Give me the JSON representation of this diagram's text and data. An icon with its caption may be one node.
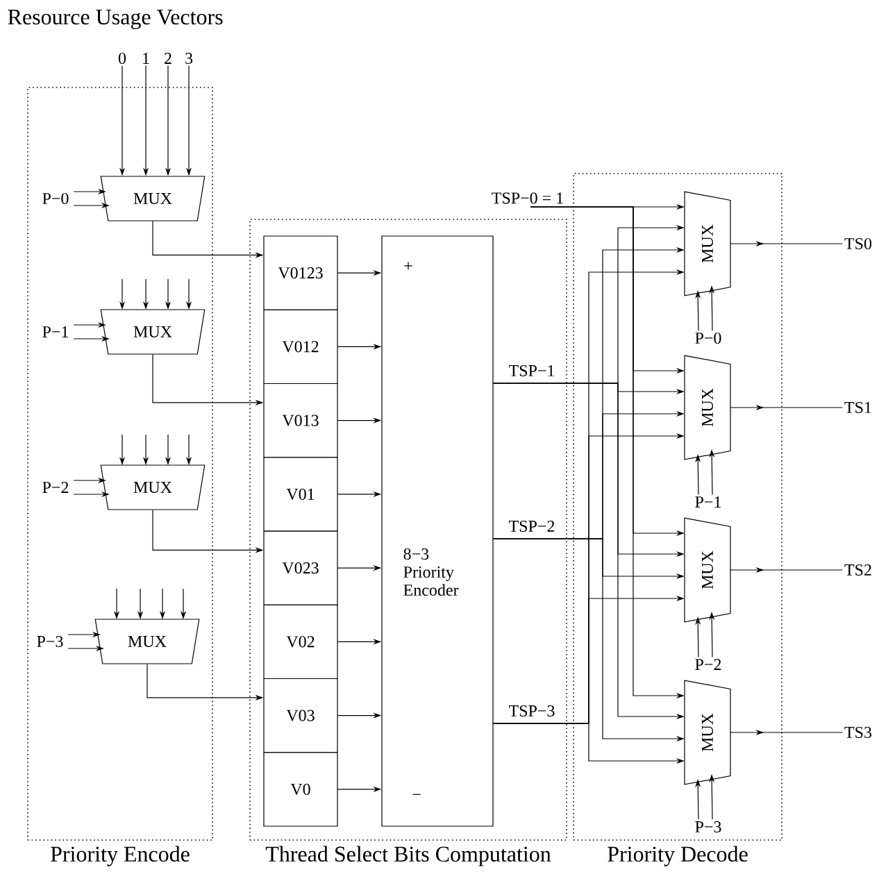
{
  "diagram": {
    "title": "Resource Usage Vectors",
    "nodes": [
      {
        "text": [
          "Priority Encode"
        ]
      },
      {
        "text": [
          "Thread Select Bits Computation"
        ]
      },
      {
        "text": [
          "Priority Decode"
        ]
      },
      {
        "text": [
          "0"
        ]
      },
      {
        "text": [
          "1"
        ]
      },
      {
        "text": [
          "2"
        ]
      },
      {
        "text": [
          "3"
        ]
      },
      {
        "text": [
          "P−0"
        ],
        "in": 0
      },
      {
        "text": [
          "P−1"
        ],
        "in": 0
      },
      {
        "text": [
          "P−2"
        ],
        "in": 0
      },
      {
        "text": [
          "P−3"
        ],
        "in": 0
      },
      {
        "text": [
          "MUX"
        ],
        "in": 0
      },
      {
        "text": [
          "MUX"
        ],
        "in": 0
      },
      {
        "text": [
          "MUX"
        ],
        "in": 0
      },
      {
        "text": [
          "MUX"
        ],
        "in": 0
      },
      {
        "text": [
          "V0123"
        ],
        "in": 1
      },
      {
        "text": [
          "V012"
        ],
        "in": 1
      },
      {
        "text": [
          "V013"
        ],
        "in": 1
      },
      {
        "text": [
          "V01"
        ],
        "in": 1
      },
      {
        "text": [
          "V023"
        ],
        "in": 1
      },
      {
        "text": [
          "V02"
        ],
        "in": 1
      },
      {
        "text": [
          "V03"
        ],
        "in": 1
      },
      {
        "text": [
          "V0"
        ],
        "in": 1
      },
      {
        "text": [
          "+",
          "8−3 Priority Encoder",
          "−"
        ],
        "in": 1
      },
      {
        "text": [
          "TSP−0 = 1"
        ]
      },
      {
        "text": [
          "MUX"
        ],
        "in": 2
      },
      {
        "text": [
          "MUX"
        ],
        "in": 2
      },
      {
        "text": [
          "MUX"
        ],
        "in": 2
      },
      {
        "text": [
          "MUX"
        ],
        "in": 2
      },
      {
        "text": [
          "P−0"
        ],
        "in": 2
      },
      {
        "text": [
          "P−1"
        ],
        "in": 2
      },
      {
        "text": [
          "P−2"
        ],
        "in": 2
      },
      {
        "text": [
          "P−3"
        ],
        "in": 2
      },
      {
        "text": [
          "TS0"
        ]
      },
      {
        "text": [
          "TS1"
        ]
      },
      {
        "text": [
          "TS2"
        ]
      },
      {
        "text": [
          "TS3"
        ]
      }
    ],
    "edges": [
      {
        "from": 3,
        "to": 11,
        "arrow": "to"
      },
      {
        "from": 4,
        "to": 11,
        "arrow": "to"
      },
      {
        "from": 5,
        "to": 11,
        "arrow": "to"
      },
      {
        "from": 6,
        "to": 11,
        "arrow": "to"
      },
      {
        "from": null,
        "to": 12,
        "arrow": "to"
      },
      {
        "from": null,
        "to": 12,
        "arrow": "to"
      },
      {
        "from": null,
        "to": 12,
        "arrow": "to"
      },
      {
        "from": null,
        "to": 12,
        "arrow": "to"
      },
      {
        "from": null,
        "to": 13,
        "arrow": "to"
      },
      {
        "from": null,
        "to": 13,
        "arrow": "to"
      },
      {
        "from": null,
        "to": 13,
        "arrow": "to"
      },
      {
        "from": null,
        "to": 13,
        "arrow": "to"
      },
      {
        "from": null,
        "to": 14,
        "arrow": "to"
      },
      {
        "from": null,
        "to": 14,
        "arrow": "to"
      },
      {
        "from": null,
        "to": 14,
        "arrow": "to"
      },
      {
        "from": null,
        "to": 14,
        "arrow": "to"
      },
      {
        "from": 7,
        "to": 11,
        "arrow": "to"
      },
      {
        "from": 7,
        "to": 11,
        "arrow": "to"
      },
      {
        "from": 8,
        "to": 12,
        "arrow": "to"
      },
      {
        "from": 8,
        "to": 12,
        "arrow": "to"
      },
      {
        "from": 9,
        "to": 13,
        "arrow": "to"
      },
      {
        "from": 9,
        "to": 13,
        "arrow": "to"
      },
      {
        "from": 10,
        "to": 14,
        "arrow": "to"
      },
      {
        "from": 10,
        "to": 14,
        "arrow": "to"
      },
      {
        "from": 11,
        "to": 15,
        "arrow": "to"
      },
      {
        "from": 12,
        "to": 17,
        "arrow": "to"
      },
      {
        "from": 13,
        "to": 19,
        "arrow": "to"
      },
      {
        "from": 14,
        "to": 21,
        "arrow": "to"
      },
      {
        "from": 15,
        "to": 23,
        "arrow": "to"
      },
      {
        "from": 16,
        "to": 23,
        "arrow": "to"
      },
      {
        "from": 17,
        "to": 23,
        "arrow": "to"
      },
      {
        "from": 18,
        "to": 23,
        "arrow": "to"
      },
      {
        "from": 19,
        "to": 23,
        "arrow": "to"
      },
      {
        "from": 20,
        "to": 23,
        "arrow": "to"
      },
      {
        "from": 21,
        "to": 23,
        "arrow": "to"
      },
      {
        "from": 22,
        "to": 23,
        "arrow": "to"
      },
      {
        "from": 24,
        "to": 25,
        "arrow": "to"
      },
      {
        "from": 24,
        "to": 26,
        "arrow": "to"
      },
      {
        "from": 24,
        "to": 27,
        "arrow": "to"
      },
      {
        "from": 24,
        "to": 28,
        "arrow": "to"
      },
      {
        "from": 23,
        "to": 25,
        "arrow": "to"
      },
      {
        "from": 23,
        "to": 26,
        "arrow": "to",
        "label": "TSP−1"
      },
      {
        "from": 23,
        "to": 27,
        "arrow": "to"
      },
      {
        "from": 23,
        "to": 28,
        "arrow": "to"
      },
      {
        "from": 23,
        "to": 25,
        "arrow": "to"
      },
      {
        "from": 23,
        "to": 26,
        "arrow": "to"
      },
      {
        "from": 23,
        "to": 27,
        "arrow": "to",
        "label": "TSP−2"
      },
      {
        "from": 23,
        "to": 28,
        "arrow": "to"
      },
      {
        "from": 23,
        "to": 25,
        "arrow": "to"
      },
      {
        "from": 23,
        "to": 26,
        "arrow": "to"
      },
      {
        "from": 23,
        "to": 27,
        "arrow": "to"
      },
      {
        "from": 23,
        "to": 28,
        "arrow": "to",
        "label": "TSP−3"
      },
      {
        "from": 29,
        "to": 25,
        "arrow": "to"
      },
      {
        "from": 29,
        "to": 25,
        "arrow": "to"
      },
      {
        "from": 30,
        "to": 26,
        "arrow": "to"
      },
      {
        "from": 30,
        "to": 26,
        "arrow": "to"
      },
      {
        "from": 31,
        "to": 27,
        "arrow": "to"
      },
      {
        "from": 31,
        "to": 27,
        "arrow": "to"
      },
      {
        "from": 32,
        "to": 28,
        "arrow": "to"
      },
      {
        "from": 32,
        "to": 28,
        "arrow": "to"
      },
      {
        "from": 25,
        "to": 33,
        "arrow": "to"
      },
      {
        "from": 26,
        "to": 34,
        "arrow": "to"
      },
      {
        "from": 27,
        "to": 35,
        "arrow": "to"
      },
      {
        "from": 28,
        "to": 36,
        "arrow": "to"
      }
    ]
  }
}
